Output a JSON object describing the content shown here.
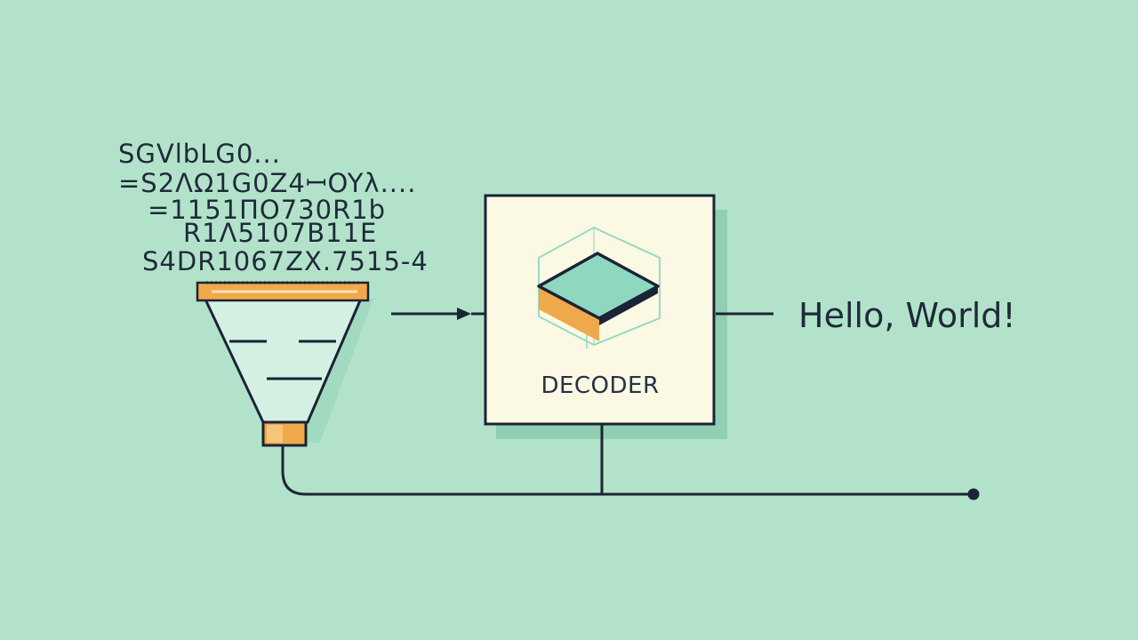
{
  "encoded_text": {
    "lines": [
      "SGVlbLG0...",
      "=S2ΛΩ1G0Z4ꟷOYλ....",
      "=1151ΠΟ730R1b",
      "R1Λ5107B11E",
      "S4DR1067ZX.7515-4"
    ]
  },
  "decoder": {
    "label": "DECODER"
  },
  "output": {
    "text": "Hello, World!"
  },
  "colors": {
    "background": "#b2e3ca",
    "stroke": "#1b2336",
    "box_fill": "#fbf8e3",
    "accent_orange": "#f0a94a",
    "accent_teal": "#8fd8c0",
    "shadow": "#87c9ad"
  },
  "icons": [
    "funnel-icon",
    "cube-icon",
    "arrow-icon"
  ]
}
